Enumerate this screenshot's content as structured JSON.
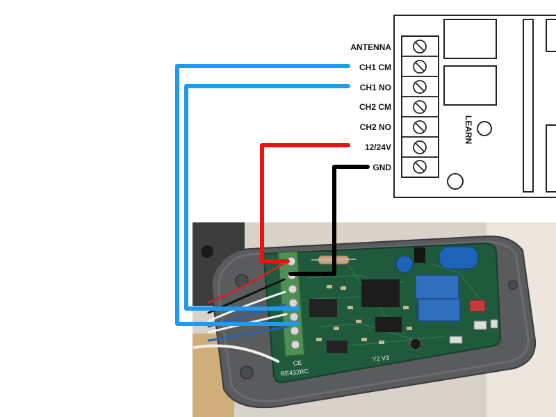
{
  "receiver": {
    "terminals": [
      {
        "id": "antenna",
        "label": "ANTENNA"
      },
      {
        "id": "ch1-cm",
        "label": "CH1 CM"
      },
      {
        "id": "ch1-no",
        "label": "CH1 NO"
      },
      {
        "id": "ch2-cm",
        "label": "CH2 CM"
      },
      {
        "id": "ch2-no",
        "label": "CH2 NO"
      },
      {
        "id": "power",
        "label": "12/24V"
      },
      {
        "id": "gnd",
        "label": "GND"
      }
    ],
    "learn_label": "LEARN"
  },
  "board": {
    "model_label": "RE432RC",
    "version_label": "Y2 V3",
    "ce_mark": "CE"
  },
  "wires": [
    {
      "from": "ch1-cm",
      "color": "#1e9bef"
    },
    {
      "from": "ch1-no",
      "color": "#1e9bef"
    },
    {
      "from": "power",
      "color": "#ee1111"
    },
    {
      "from": "gnd",
      "color": "#000000"
    }
  ]
}
